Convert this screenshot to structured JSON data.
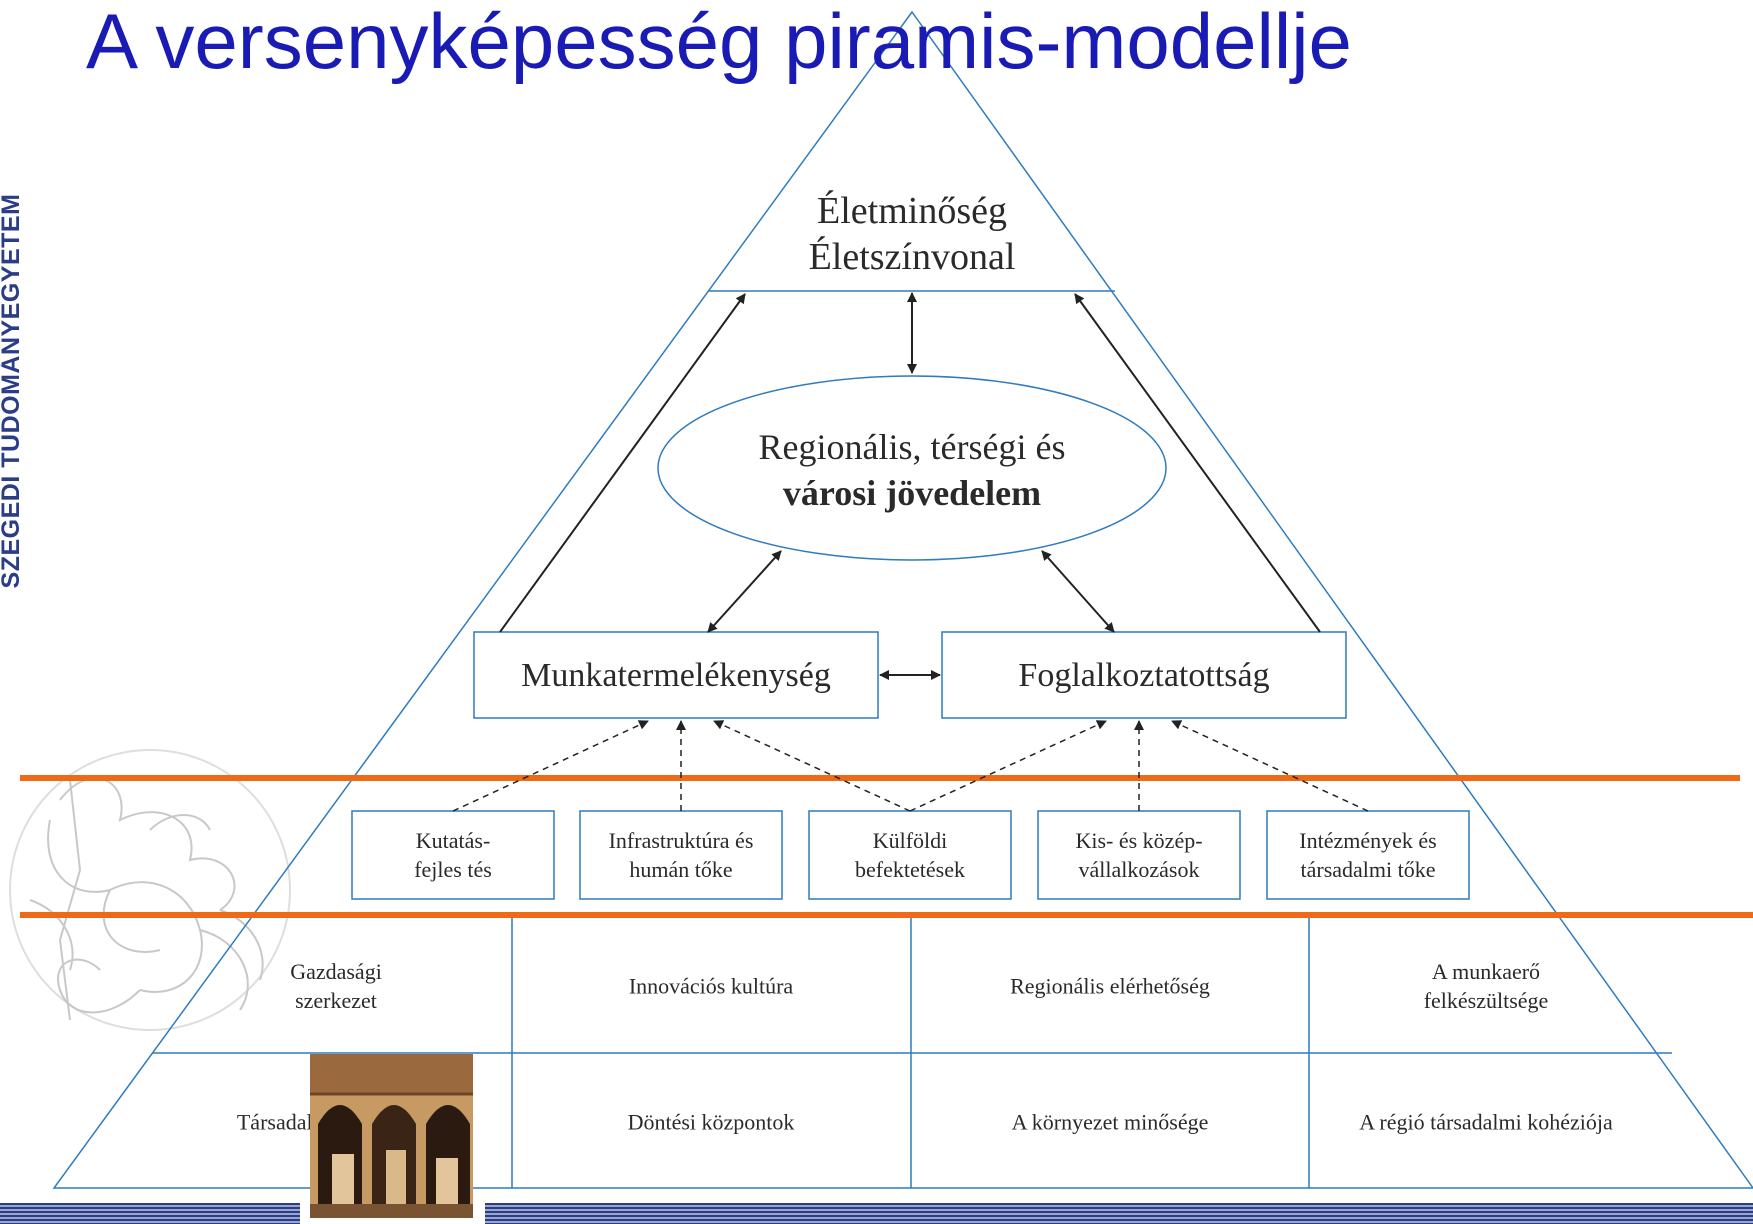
{
  "title": "A versenyképesség piramis-modellje",
  "side_text": "SZEGEDI TUDOMÁNYEGYETEM",
  "colors": {
    "title": "#1a1ab4",
    "lines": "#2e7bbf",
    "orange": "#ee6a17",
    "arrows": "#222222",
    "side_text": "#2a3d86"
  },
  "diagram": {
    "top": [
      "Életminőség",
      "Életszínvonal"
    ],
    "ellipse": {
      "line1": "Regionális, térségi és",
      "line2": "városi jövedelem"
    },
    "middle": {
      "left": "Munkatermelékenység",
      "right": "Foglalkoztatottság"
    },
    "factors": [
      [
        "Kutatás-",
        "fejles  tés"
      ],
      [
        "Infrastruktúra és",
        "humán tőke"
      ],
      [
        "Külföldi",
        "befektetések"
      ],
      [
        "Kis- és közép-",
        "vállalkozások"
      ],
      [
        "Intézmények és",
        "társadalmi tőke"
      ]
    ],
    "base_row1": [
      [
        "Gazdasági",
        "szerkezet"
      ],
      [
        "Innovációs kultúra"
      ],
      [
        "Regionális elérhetőség"
      ],
      [
        "A munkaerő",
        "felkészültsége"
      ]
    ],
    "base_row2": [
      [
        "Társadalmi szerkezet"
      ],
      [
        "Döntési központok"
      ],
      [
        "A környezet minősége"
      ],
      [
        "A régió társadalmi kohéziója"
      ]
    ]
  },
  "icons": {
    "logo": "griffin-logo",
    "photo": "university-building-photo"
  }
}
